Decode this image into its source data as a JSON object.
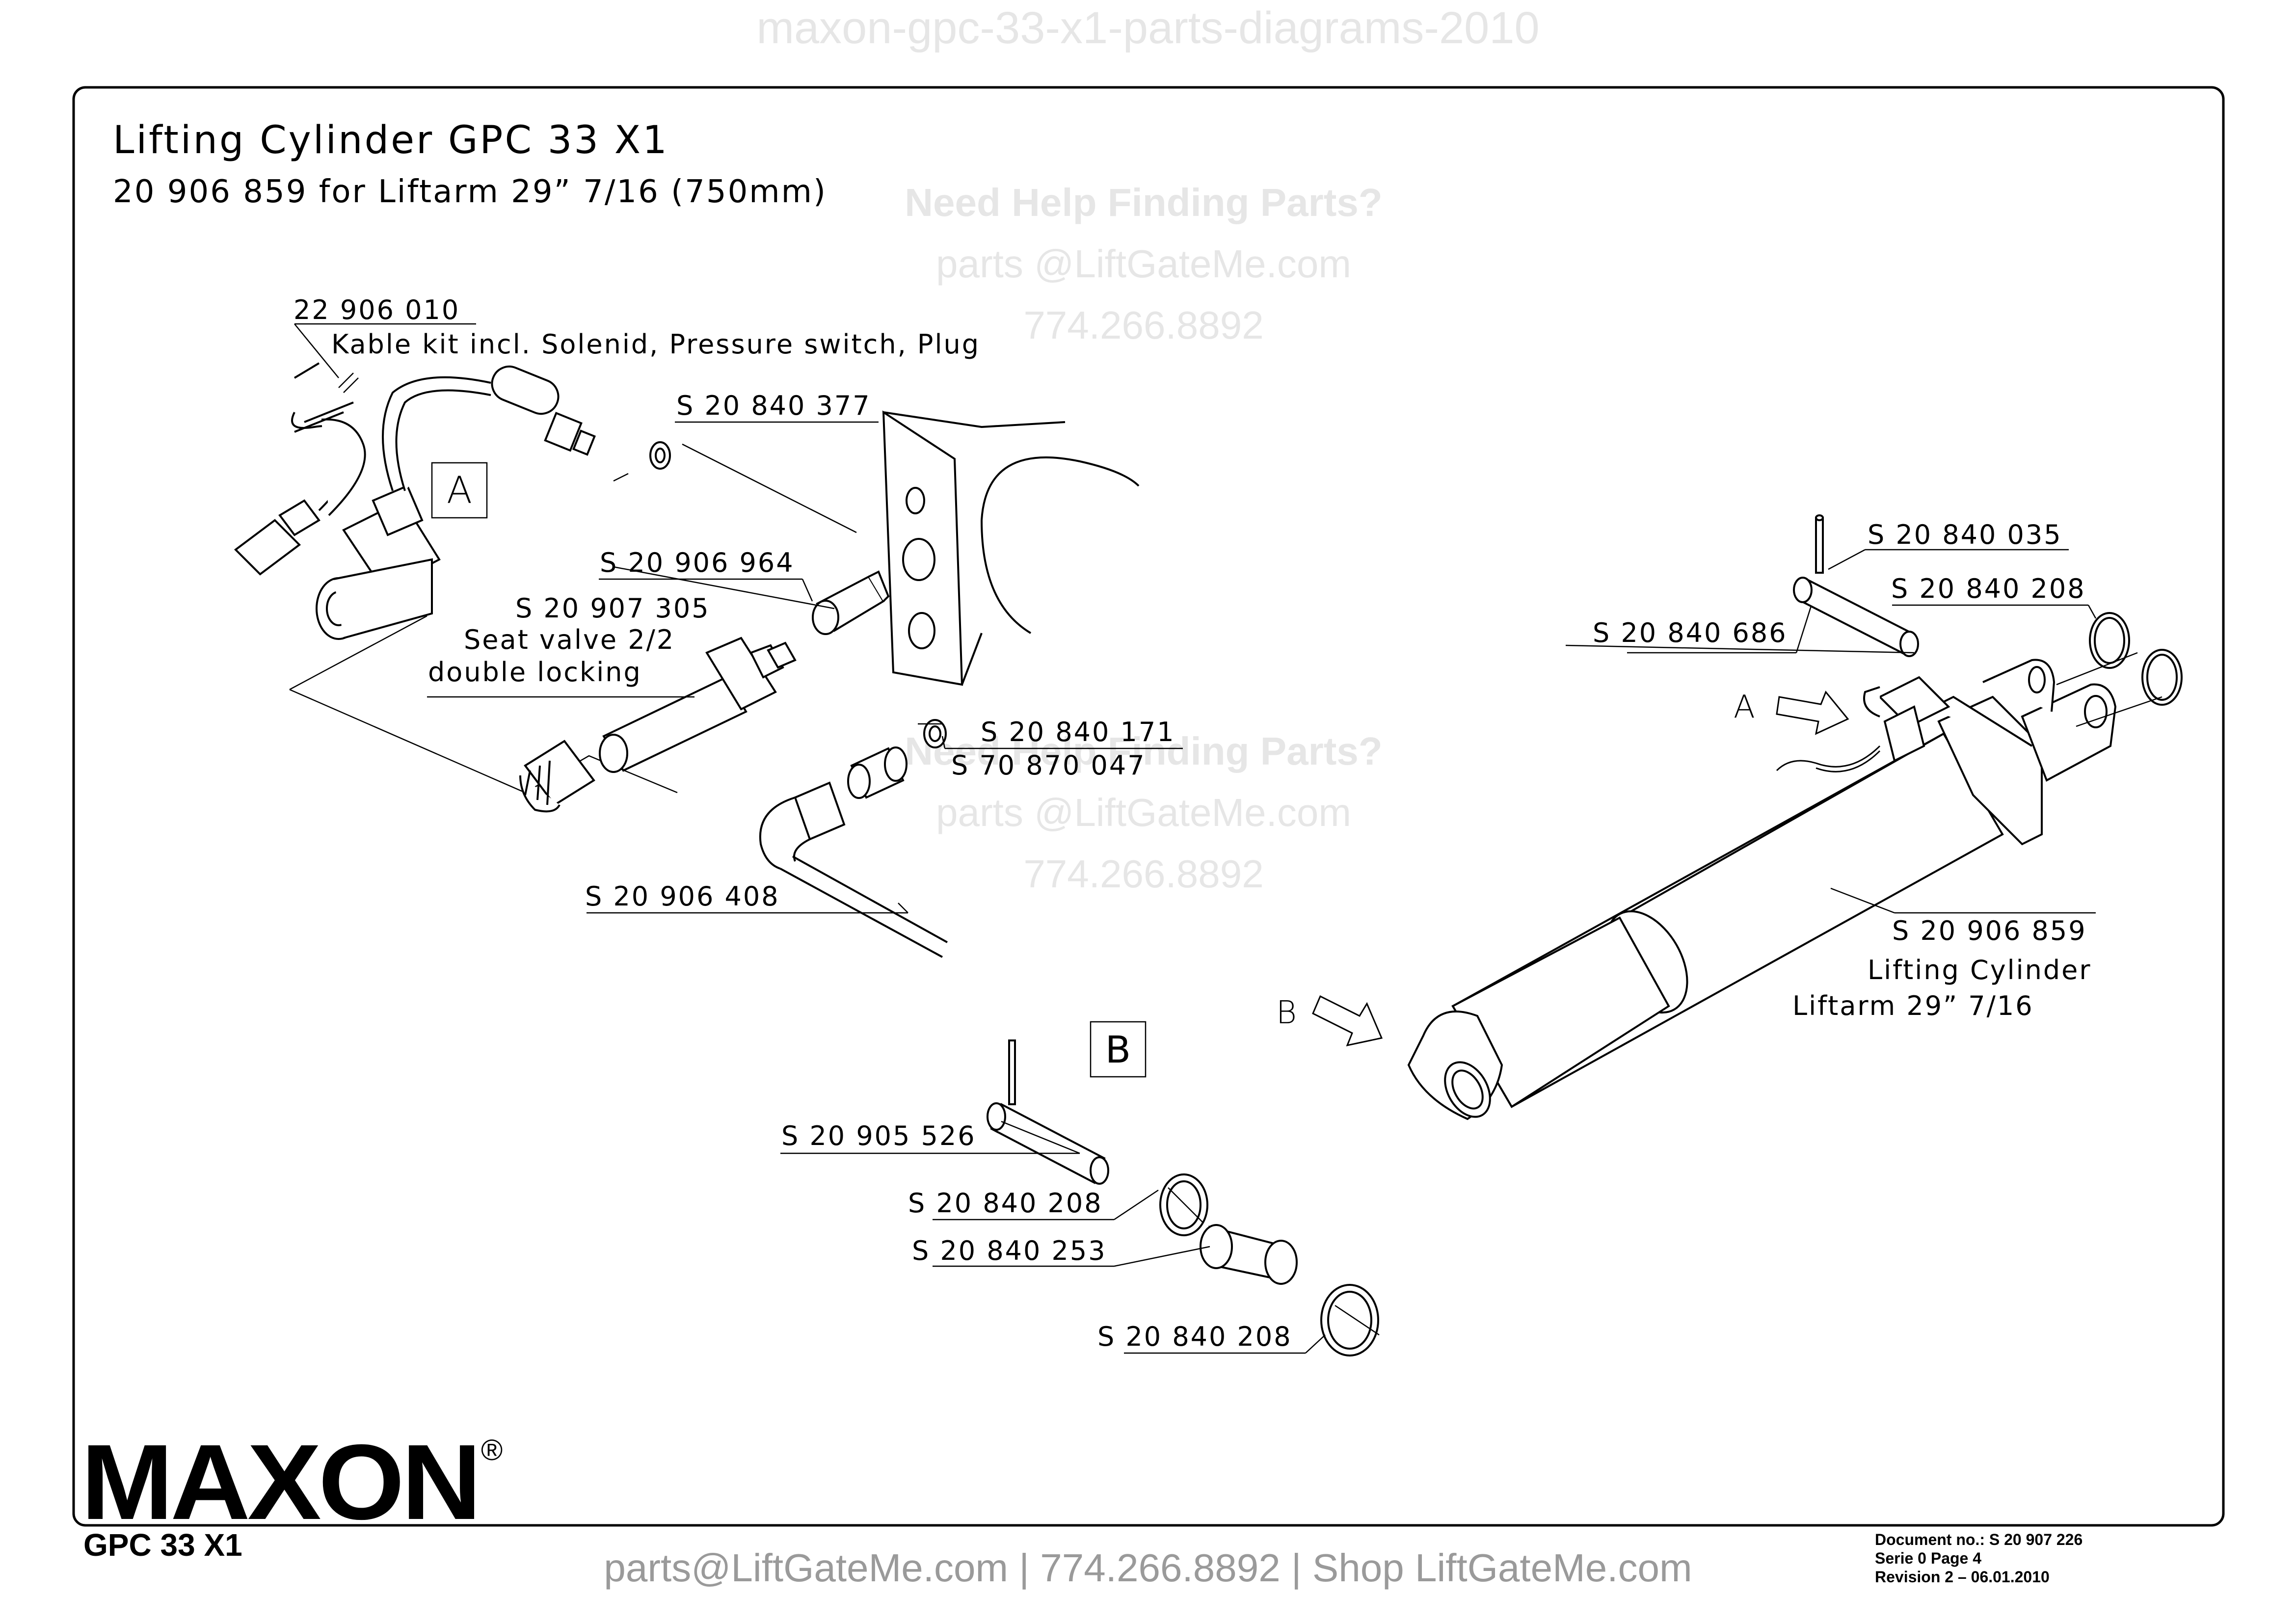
{
  "watermark_top": "maxon-gpc-33-x1-parts-diagrams-2010",
  "title": "Lifting Cylinder GPC 33 X1",
  "subtitle": "20 906 859 for Liftarm 29” 7/16 (750mm)",
  "help_watermarks": [
    {
      "heading": "Need Help Finding Parts?",
      "email": "parts @LiftGateMe.com",
      "phone": "774.266.8892"
    },
    {
      "heading": "Need Help Finding Parts?",
      "email": "parts @LiftGateMe.com",
      "phone": "774.266.8892"
    }
  ],
  "views": {
    "a": "A",
    "b": "B"
  },
  "parts": {
    "kable_kit_no": "22 906 010",
    "kable_kit_desc": "Kable kit incl. Solenid, Pressure switch, Plug",
    "seal_377": "S 20 840 377",
    "part_964": "S 20 906 964",
    "seat_valve_no": "S 20 907 305",
    "seat_valve_desc1": "Seat valve 2/2",
    "seat_valve_desc2": "double locking",
    "seal_171": "S 20 840 171",
    "adapter_047": "S 70 870 047",
    "hose_408": "S 20 906 408",
    "pin_035": "S 20 840 035",
    "ring_208_top": "S 20 840 208",
    "axle_686": "S 20 840 686",
    "cylinder_no": "S 20 906 859",
    "cylinder_desc1": "Lifting Cylinder",
    "cylinder_desc2": "Liftarm 29” 7/16",
    "axle_526": "S 20 905 526",
    "ring_208_b1": "S 20 840 208",
    "bush_253": "S 20 840 253",
    "ring_208_b2": "S 20 840 208"
  },
  "brand": {
    "logo": "MAXON",
    "registered": "®",
    "model": "GPC 33 X1"
  },
  "footer": "parts@LiftGateMe.com | 774.266.8892 | Shop LiftGateMe.com",
  "document": {
    "line1": "Document no.: S 20 907 226",
    "line2": "Serie 0 Page 4",
    "line3": "Revision 2 – 06.01.2010"
  },
  "colors": {
    "ink": "#000000",
    "watermark": "#e6e6e6",
    "footer": "#9a9a9a",
    "fill": "#ffffff"
  }
}
